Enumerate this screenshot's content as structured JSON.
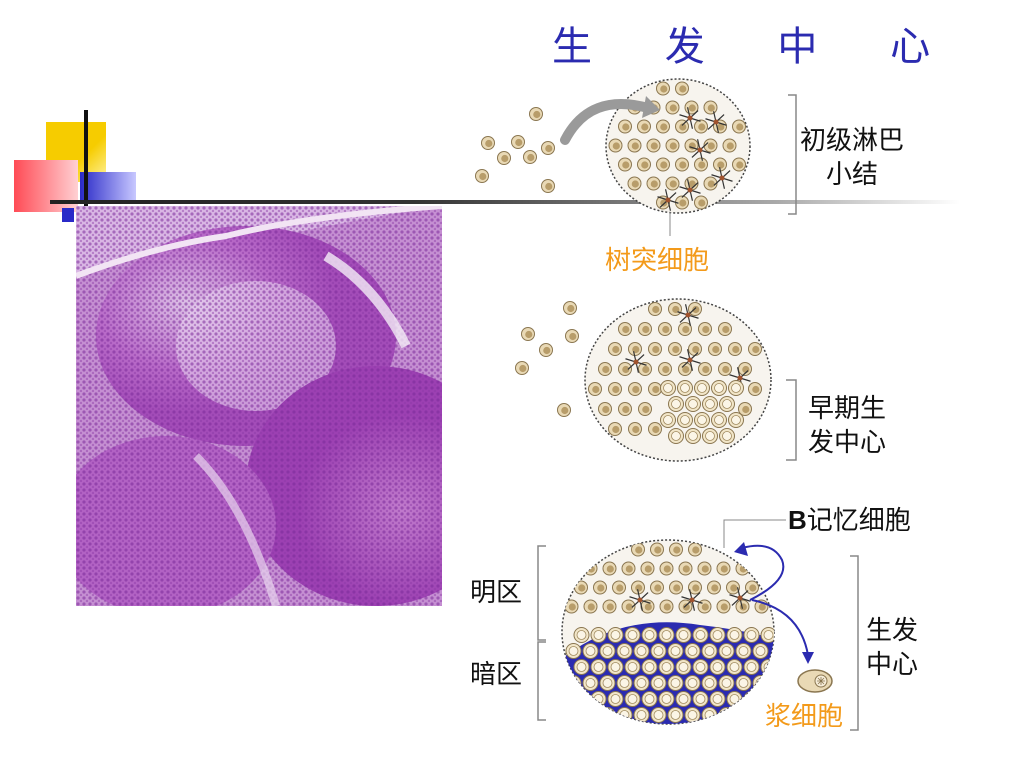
{
  "title": "生 发 中 心",
  "labels": {
    "primary_nodule": "初级淋巴\n小结",
    "dendritic_cell": "树突细胞",
    "early_gc": "早期生\n发中心",
    "b_memory_prefix": "B",
    "b_memory_suffix": "记忆细胞",
    "light_zone": "明区",
    "dark_zone": "暗区",
    "germinal_center": "生发\n中心",
    "plasma_cell": "浆细胞"
  },
  "colors": {
    "title": "#2b2bb0",
    "orange_label": "#f39a1a",
    "dark_zone_fill": "#2b2bb0",
    "cell_fill": "#e9d9b5",
    "cell_stroke": "#8a7650",
    "tissue": "#b45fc3"
  },
  "icons": {
    "deco": "yellow-red-blue-squares",
    "arrow": "curved-arrow-icon",
    "dendritic": "star-cell-icon"
  }
}
